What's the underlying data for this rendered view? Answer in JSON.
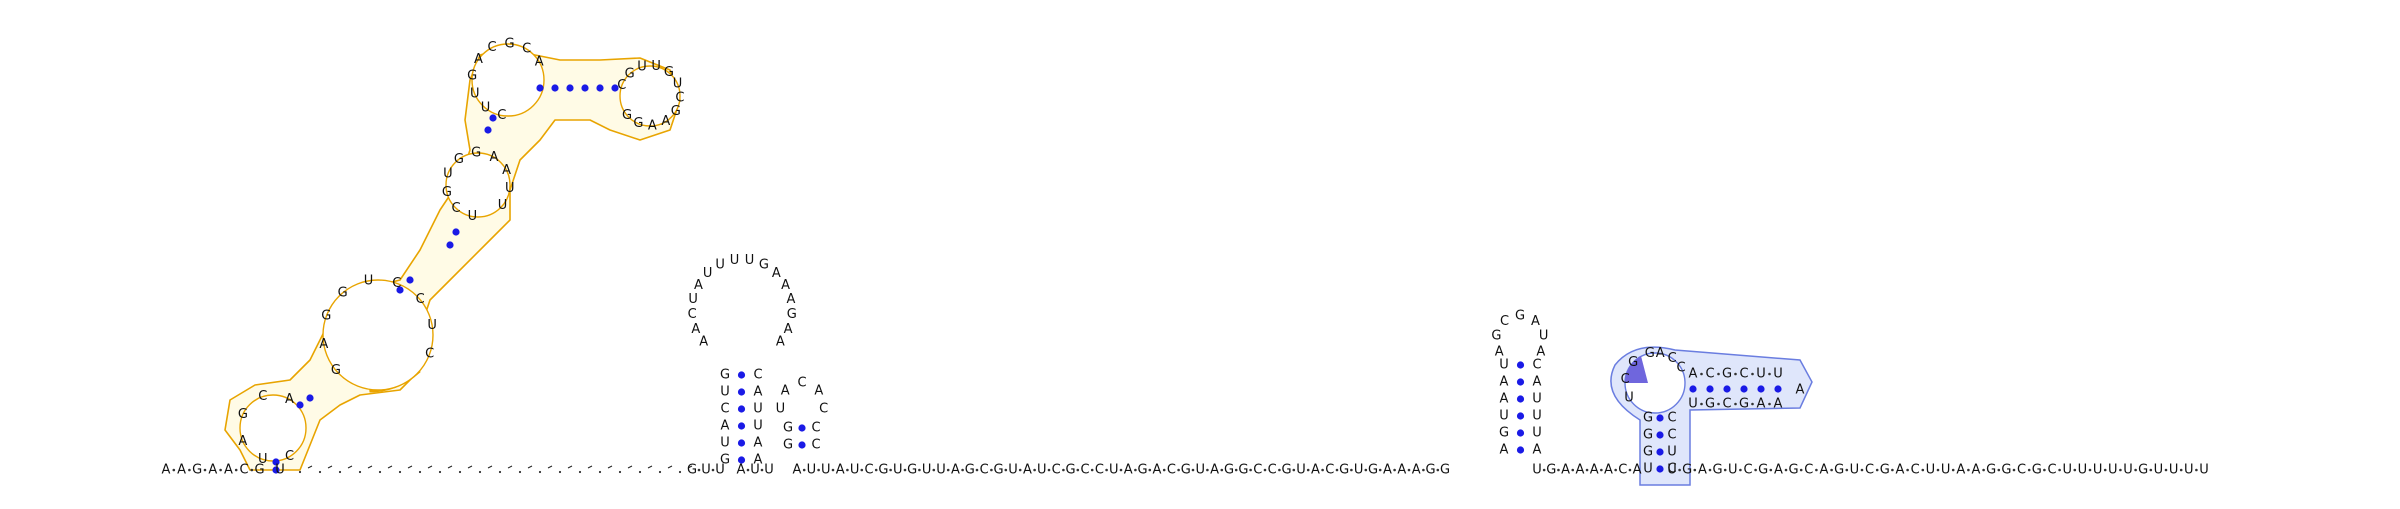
{
  "colors": {
    "background": "#ffffff",
    "base_text": "#111111",
    "backbone": "#222222",
    "pair_dot": "#1a1ae6",
    "hairpin1_outline": "#e8a400",
    "hairpin1_fill": "#fffbe6",
    "hairpin1_highlight": "#f0a500",
    "hairpin4_outline": "#6a7de0",
    "hairpin4_fill": "#dfe6fb",
    "hairpin4_highlight": "#6f66dd"
  },
  "diagram": {
    "five_prime": "AAGAACG",
    "helix1": {
      "stem_up": "UACGGA",
      "loop": "AGGAAACAGGAAAAGCACUUAAGAGAGUGGCGAAAACAUUUGGCUUUAGAAAAGAACUUGAGUAAGUGAGGAACCGUUGCUCCAG",
      "note": "long yellow-highlighted branch"
    },
    "dotted_gap_1": ". · . · . · . · . · . · . · . · . · . · . · . · . · . · . · . · . · . · . · . · . · . · . · . · . · .",
    "hairpin2": {
      "stem_left": "GUCAUG",
      "loop": "AACUAUUUUGAAAGAA",
      "stem_right": "AAUUAC"
    },
    "hairpin3": {
      "stem_left": "GG",
      "loop": "UACAC",
      "stem_right": "CC"
    },
    "linker1": "GUUAUUAUCGUGUUAGCGUAUCGCCUAGACGUAGGCCGUACGUGAAAGG",
    "hairpin5": {
      "stem_left": "UAAUGA",
      "loop": "AGCGAUA",
      "stem_right": "CAUUUA"
    },
    "linker2": "UGAAAACA",
    "hairpin4": {
      "stem_left": "UGGG",
      "loop_left": "UCGG",
      "arm_top": "ACGCUU",
      "arm_loop": "A",
      "arm_bottom": "AAGCGU",
      "loop_right": "CCA",
      "stem_right": "CUCC"
    },
    "three_prime": "UGAGUCGAGCAGUCGACUUAAGGCGCUUUUUGUUUU"
  },
  "labels": {
    "five_prime_run": "A·A·G·A·A·C·G·U",
    "tail_run": "U·G·A·G·U·C·G·A·G·C·A·G·U·C·G·A·C·U·U·A·A·G·G·C·G·C·U·U·U·U·U·G·U·U·U·U"
  }
}
